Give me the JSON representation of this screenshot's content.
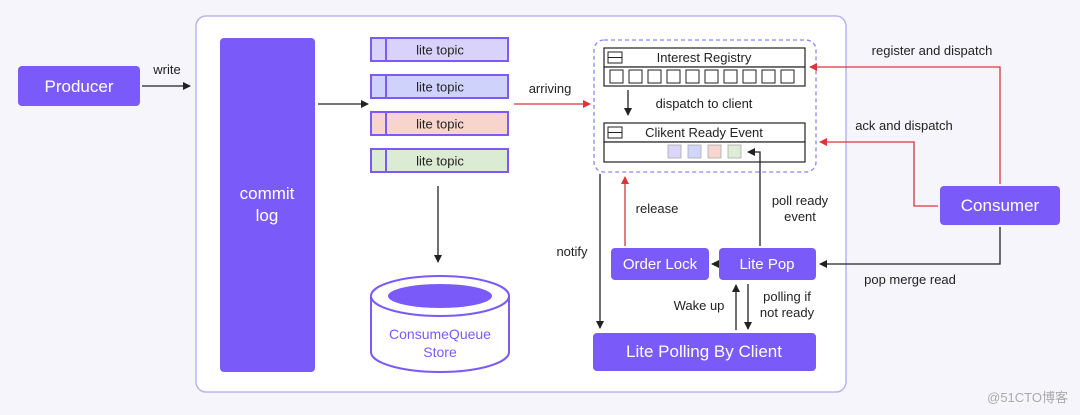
{
  "producer": {
    "label": "Producer",
    "edge_label": "write"
  },
  "commit_log": {
    "line1": "commit",
    "line2": "log"
  },
  "topics": [
    {
      "label": "lite topic",
      "fill": "#d9d2fb"
    },
    {
      "label": "lite topic",
      "fill": "#cfd3fb"
    },
    {
      "label": "lite topic",
      "fill": "#f7d4cc"
    },
    {
      "label": "lite topic",
      "fill": "#dcebd3"
    }
  ],
  "arriving_label": "arriving",
  "store": {
    "line1": "ConsumeQueue",
    "line2": "Store"
  },
  "interest_registry": {
    "title": "Interest Registry",
    "cells": 10
  },
  "dispatch_label": "dispatch to client",
  "ready_event": {
    "title": "Clikent Ready Event",
    "chips": [
      "#ddd6fc",
      "#d1d5fb",
      "#f8d5cd",
      "#dfedd6"
    ]
  },
  "consumer": {
    "label": "Consumer"
  },
  "register_label": "register and dispatch",
  "ack_label": "ack and dispatch",
  "release_label": "release",
  "notify_label": "notify",
  "poll_ready": {
    "line1": "poll ready",
    "line2": "event"
  },
  "order_lock": {
    "label": "Order Lock"
  },
  "lite_pop": {
    "label": "Lite Pop"
  },
  "pop_merge_label": "pop merge read",
  "wake_label": "Wake up",
  "polling_if": {
    "line1": "polling if",
    "line2": "not ready"
  },
  "lite_polling": {
    "label": "Lite Polling By Client"
  },
  "watermark": "@51CTO博客",
  "colors": {
    "purple": "#7a5af8",
    "red": "#d9363e",
    "dark": "#222222",
    "dashed": "#8d86f5"
  }
}
